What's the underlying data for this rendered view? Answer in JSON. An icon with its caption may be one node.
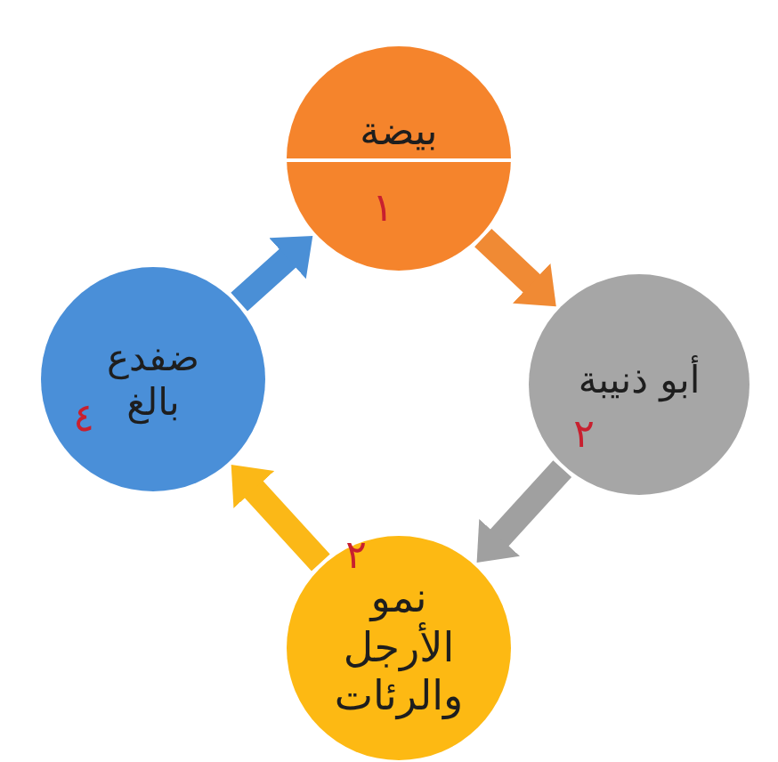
{
  "diagram": {
    "nodes": [
      {
        "text": [
          "بيضة",
          "١"
        ]
      },
      {
        "text": [
          "أبو ذنيبة",
          "٢"
        ]
      },
      {
        "text": [
          "٢",
          "نمو الأرجل والرئات"
        ]
      },
      {
        "text": [
          "ضفدع بالغ",
          "٤"
        ]
      }
    ],
    "edges": [
      {
        "from": 0,
        "to": 1,
        "arrow": "to",
        "color": "#f08a34"
      },
      {
        "from": 1,
        "to": 2,
        "arrow": "to",
        "color": "#a0a0a0"
      },
      {
        "from": 2,
        "to": 3,
        "arrow": "to",
        "color": "#fbb817"
      },
      {
        "from": 3,
        "to": 0,
        "arrow": "to",
        "color": "#4a8fd6"
      }
    ]
  }
}
